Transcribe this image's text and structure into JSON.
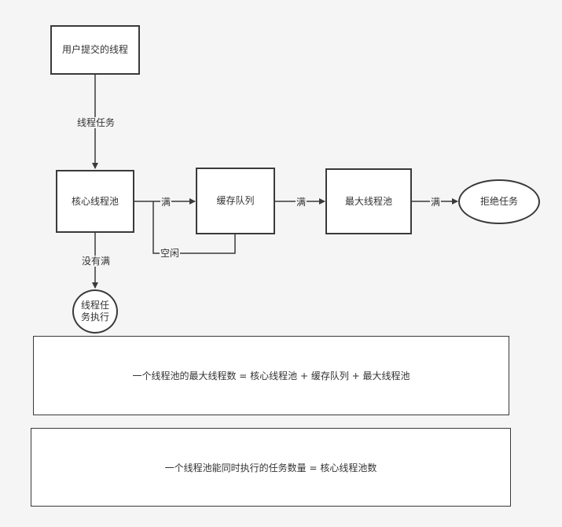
{
  "nodes": {
    "user_thread": "用户提交的线程",
    "core_pool": "核心线程池",
    "queue": "缓存队列",
    "max_pool": "最大线程池",
    "reject": "拒绝任务",
    "execute_line1": "线程任",
    "execute_line2": "务执行"
  },
  "edges": {
    "thread_task": "线程任务",
    "full_core": "满",
    "full_queue": "满",
    "full_max": "满",
    "idle": "空闲",
    "not_full": "没有满"
  },
  "formulas": {
    "max_threads": "一个线程池的最大线程数 = 核心线程池 + 缓存队列 + 最大线程池",
    "concurrent": "一个线程池能同时执行的任务数量 = 核心线程池数"
  },
  "colors": {
    "stroke": "#3a3a3a",
    "background": "#f5f5f5",
    "fill": "#ffffff"
  }
}
